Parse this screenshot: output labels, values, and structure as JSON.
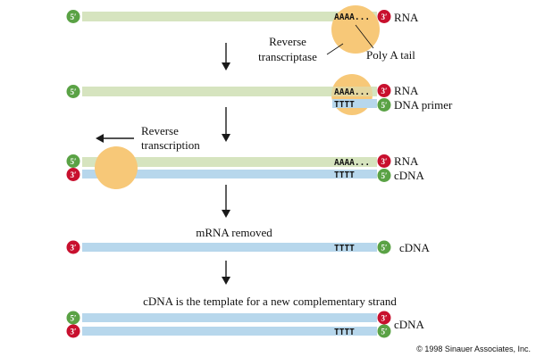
{
  "colors": {
    "rna": "#d6e4bf",
    "dna": "#b7d7ec",
    "enzyme": "#f7c878",
    "end5": "#5aa245",
    "end3": "#c8102e",
    "arrow": "#1a1a1a"
  },
  "ends": {
    "five": "5′",
    "three": "3′"
  },
  "sequences": {
    "polyA": "AAAA...",
    "polyT": "TTTT"
  },
  "labels": {
    "rna": "RNA",
    "dna_primer": "DNA primer",
    "cdna": "cDNA",
    "reverse_transcriptase_line1": "Reverse",
    "reverse_transcriptase_line2": "transcriptase",
    "poly_a_tail": "Poly A tail",
    "reverse_transcription_line1": "Reverse",
    "reverse_transcription_line2": "transcription",
    "mrna_removed": "mRNA removed",
    "template_note": "cDNA is the template for a new complementary strand"
  },
  "copyright": "© 1998 Sinauer Associates, Inc."
}
